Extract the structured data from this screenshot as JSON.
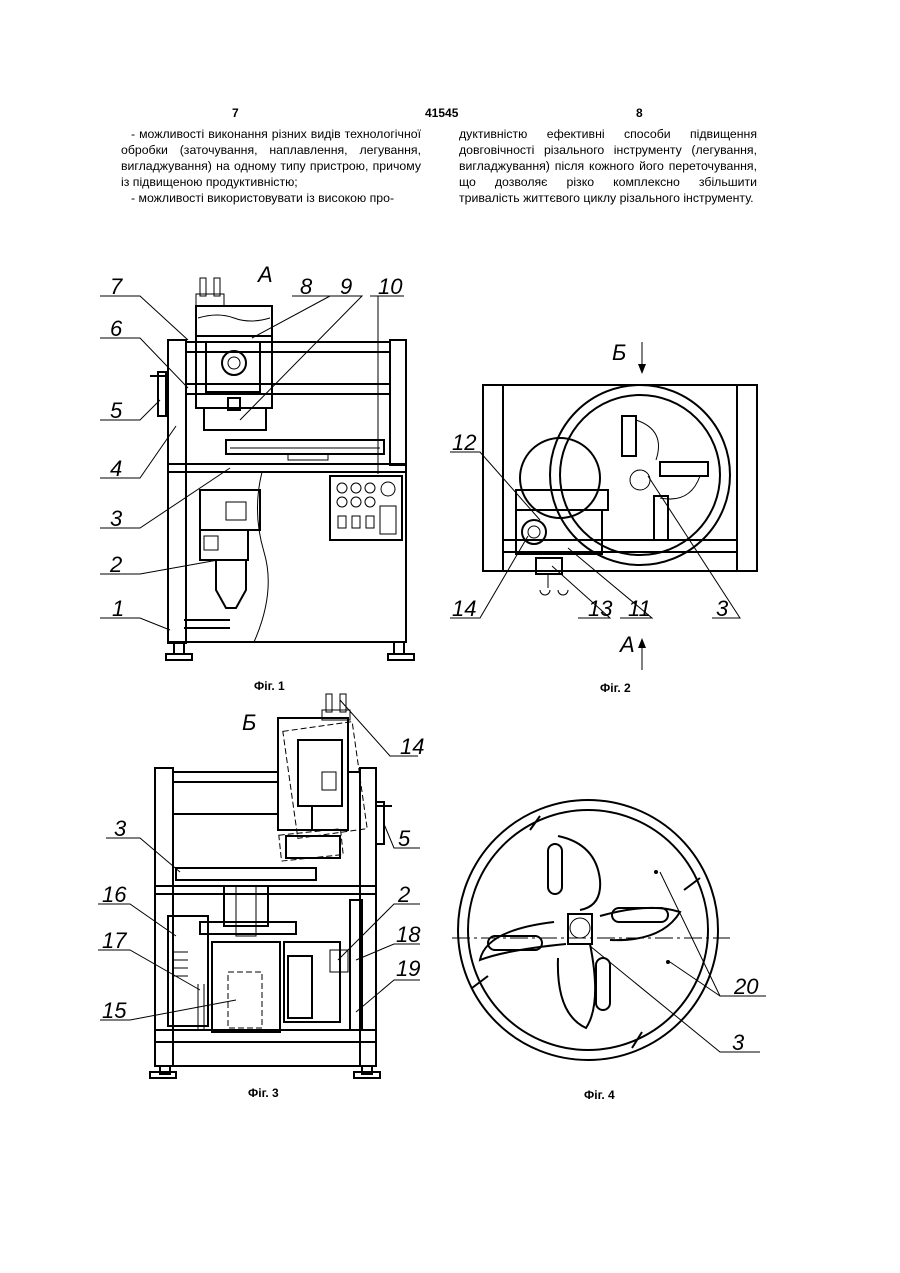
{
  "header": {
    "page_left": "7",
    "patent_number": "41545",
    "page_right": "8"
  },
  "text": {
    "left_column": [
      "- можливості виконання різних видів технологічної обробки (заточування, наплавлення, легування, вигладжування) на одному типу пристрою, причому із підвищеною продуктивністю;",
      "- можливості використовувати із високою про-"
    ],
    "right_column": [
      "дуктивністю ефективні способи підвищення довговічності різального інструменту (легування, вигладжування) після кожного його переточування, що дозволяє різко комплексно збільшити тривалість життєвого циклу різального інструменту."
    ]
  },
  "figures": {
    "fig1": {
      "caption": "Фіг. 1",
      "view_letter": "А",
      "labels": [
        "7",
        "8",
        "9",
        "10",
        "6",
        "5",
        "4",
        "3",
        "2",
        "1"
      ]
    },
    "fig2": {
      "caption": "Фіг. 2",
      "view_top": "Б",
      "view_bottom": "А",
      "labels": [
        "12",
        "14",
        "13",
        "11",
        "3"
      ]
    },
    "fig3": {
      "caption": "Фіг. 3",
      "view_letter": "Б",
      "labels": [
        "14",
        "3",
        "5",
        "2",
        "16",
        "18",
        "17",
        "19",
        "15"
      ]
    },
    "fig4": {
      "caption": "Фіг. 4",
      "labels": [
        "20",
        "3"
      ]
    }
  }
}
